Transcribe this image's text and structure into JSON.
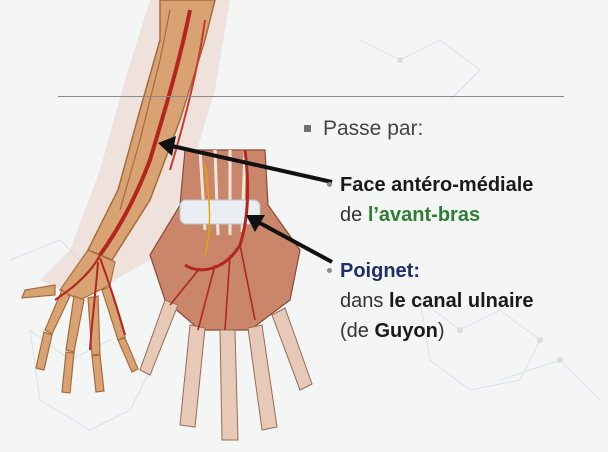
{
  "slide": {
    "heading": "Passe par:",
    "item1": {
      "line1_bold": "Face antéro-médiale",
      "line2_prefix": "de ",
      "line2_green": "l’avant-bras"
    },
    "item2": {
      "line1_navy": "Poignet:",
      "line2_prefix": "dans ",
      "line2_bold": "le canal ulnaire",
      "line3_prefix": "(de ",
      "line3_bold": "Guyon",
      "line3_suffix": ")"
    }
  },
  "colors": {
    "green": "#2e7d32",
    "navy": "#1f2f6b",
    "artery": "#b3261e",
    "bone": "#d9a273"
  },
  "icons": [
    "arrow-icon",
    "bullet-square-icon",
    "bullet-dot-icon"
  ]
}
